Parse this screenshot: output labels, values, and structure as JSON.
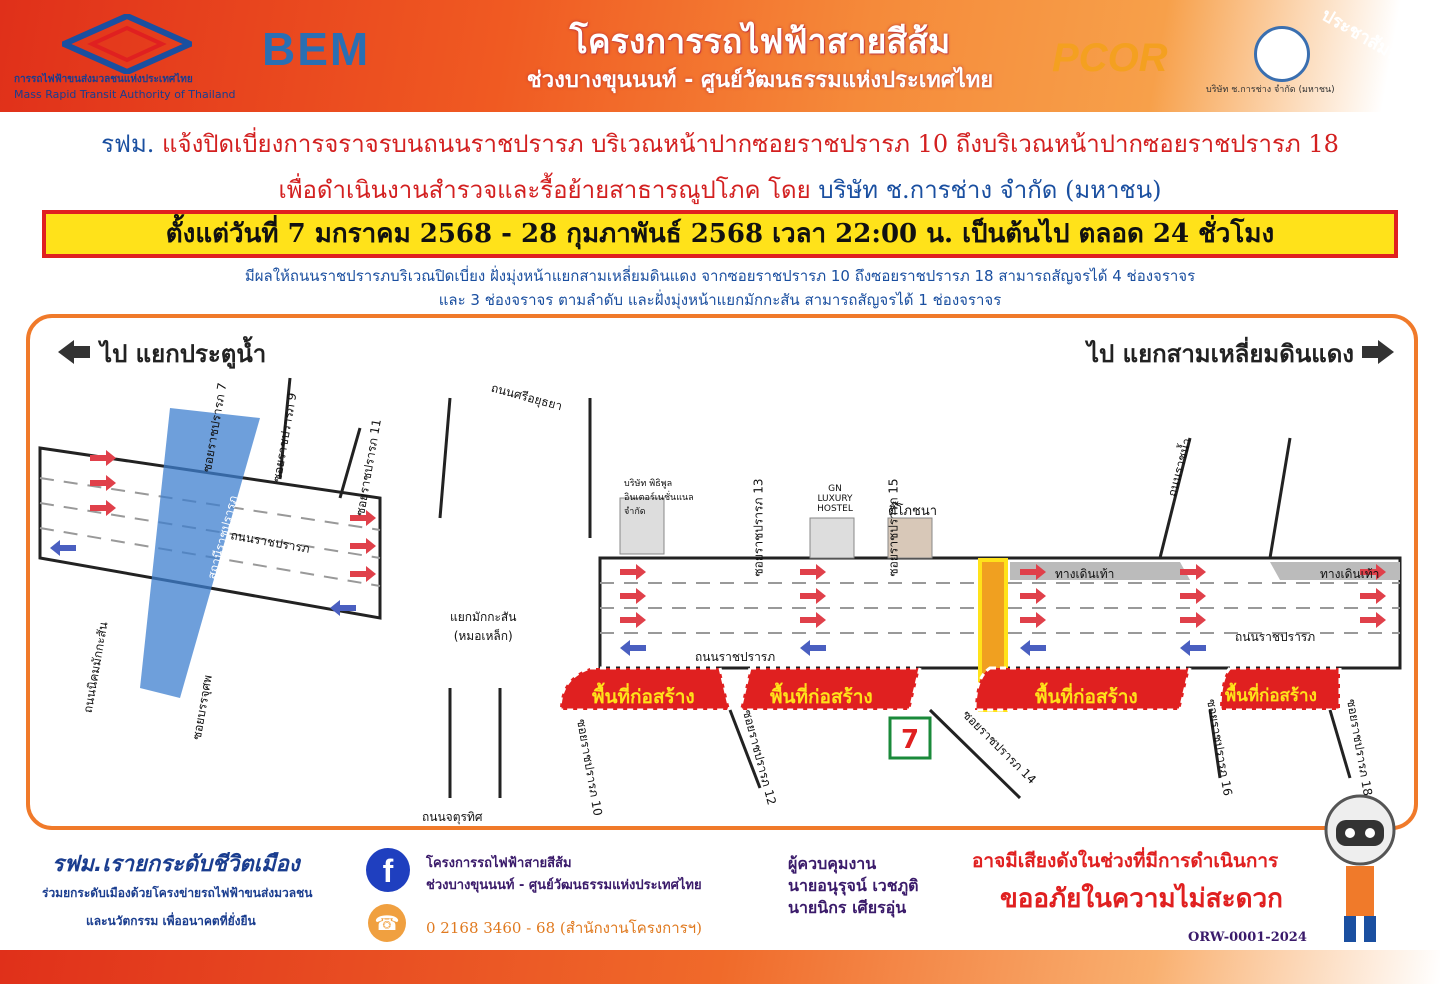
{
  "header": {
    "mrta_th": "การรถไฟฟ้าขนส่งมวลชนแห่งประเทศไทย",
    "mrta_en": "Mass Rapid Transit Authority of Thailand",
    "bem": "BEM",
    "title": "โครงการรถไฟฟ้าสายสีส้ม",
    "subtitle": "ช่วงบางขุนนนท์ - ศูนย์วัฒนธรรมแห่งประเทศไทย",
    "pcor": "PCOR",
    "ch_name": "บริษัท ช.การช่าง จำกัด (มหาชน)",
    "pr": "ประชาสัมพันธ์"
  },
  "notice": {
    "line1_a": "รฟม.",
    "line1_b": "แจ้งปิดเบี่ยงการจราจรบนถนนราชปรารภ บริเวณหน้าปากซอยราชปรารภ 10 ถึงบริเวณหน้าปากซอยราชปรารภ 18",
    "line2_a": "เพื่อดำเนินงานสำรวจและรื้อย้ายสาธารณูปโภค โดย",
    "line2_b": "บริษัท ช.การช่าง จำกัด (มหาชน)",
    "date": "ตั้งแต่วันที่ 7 มกราคม 2568 - 28 กุมภาพันธ์ 2568 เวลา 22:00 น. เป็นต้นไป ตลอด 24 ชั่วโมง",
    "effect1": "มีผลให้ถนนราชปรารภบริเวณปิดเบี่ยง ฝั่งมุ่งหน้าแยกสามเหลี่ยมดินแดง จากซอยราชปรารภ 10 ถึงซอยราชปรารภ 18 สามารถสัญจรได้ 4 ช่องจราจร",
    "effect2": "และ 3 ช่องจราจร ตามลำดับ และฝั่งมุ่งหน้าแยกมักกะสัน สามารถสัญจรได้ 1 ช่องจราจร"
  },
  "map": {
    "dir_left": "ไป แยกประตูน้ำ",
    "dir_right": "ไป แยกสามเหลี่ยมดินแดง",
    "road_main": "ถนนราชปรารภ",
    "intersection": "แยกมักกะสัน\n(หมอเหล็ก)",
    "intersection_l1": "แยกมักกะสัน",
    "intersection_l2": "(หมอเหล็ก)",
    "station": "สถานีราชปรารภ",
    "sri_ayutthaya": "ถนนศรีอยุธยา",
    "chatuthit": "ถนนจตุรทิศ",
    "nikhom": "ถนนนิคมมักกะสัน",
    "ratchanam": "ถนนราชน้ำ",
    "sois": [
      "ซอยราชปรารภ 7",
      "ซอยราชปรารภ 9",
      "ซอยราชปรารภ 11",
      "ซอยราชปรารภ 13",
      "ซอยราชปรารภ 15",
      "ซอยราชปรารภ 10",
      "ซอยราชปรารภ 12",
      "ซอยราชปรารภ 14",
      "ซอยราชปรารภ 16",
      "ซอยราชปรารภ 18",
      "ซอยบรรจุศพ"
    ],
    "sidewalk": "ทางเดินเท้า",
    "construction": "พื้นที่ก่อสร้าง",
    "company": "บริษัท พิธิพูล อินเตอร์เนชั่นแนล จำกัด",
    "hostel": "GN LUXURY HOSTEL",
    "shop": "ติ๊โภชนา",
    "seven": "7"
  },
  "footer": {
    "slogan": "รฟม.เรายกระดับชีวิตเมือง",
    "sub1": "ร่วมยกระดับเมืองด้วยโครงข่ายรถไฟฟ้าขนส่งมวลชน",
    "sub2": "และนวัตกรรม เพื่ออนาคตที่ยั่งยืน",
    "fb1": "โครงการรถไฟฟ้าสายสีส้ม",
    "fb2": "ช่วงบางขุนนนท์ - ศูนย์วัฒนธรรมแห่งประเทศไทย",
    "phone": "0 2168 3460 - 68 (สำนักงานโครงการฯ)",
    "controller_title": "ผู้ควบคุมงาน",
    "controller1": "นายอนุรุจน์ เวชภูติ",
    "controller2": "นายนิกร เศียรอุ่น",
    "warn1": "อาจมีเสียงดังในช่วงที่มีการดำเนินการ",
    "warn2": "ขออภัยในความไม่สะดวก",
    "code": "ORW-0001-2024"
  },
  "colors": {
    "accent": "#f07a2a",
    "red": "#e02020",
    "blue": "#1a4fa0",
    "yellow": "#ffe21a"
  }
}
